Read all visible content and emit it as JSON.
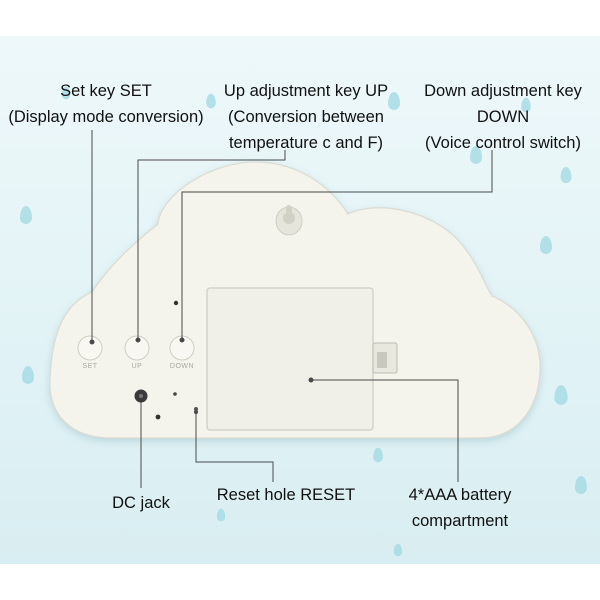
{
  "colors": {
    "background": "#e2f3f6",
    "drops": "#9fd8e2",
    "device_body": "#f4f3ec",
    "battery_cover": "#f1f0e8",
    "leader_line": "#4a4a4a"
  },
  "callouts": {
    "set_key": {
      "line1": "Set key SET",
      "line2": "(Display mode conversion)"
    },
    "up_key": {
      "line1": "Up adjustment key UP",
      "line2": "(Conversion between",
      "line3": "temperature c and F)"
    },
    "down_key": {
      "line1": "Down adjustment key",
      "line2": "DOWN",
      "line3": "(Voice control switch)"
    },
    "dc_jack": {
      "line1": "DC jack"
    },
    "reset_hole": {
      "line1": "Reset hole RESET"
    },
    "battery": {
      "line1": "4*AAA battery",
      "line2": "compartment"
    }
  },
  "device": {
    "buttons": [
      {
        "caption": "SET"
      },
      {
        "caption": "UP"
      },
      {
        "caption": "DOWN"
      }
    ]
  },
  "icons": [
    "hanging-hole-icon",
    "dc-jack-icon",
    "reset-hole-icon",
    "battery-latch-icon"
  ]
}
